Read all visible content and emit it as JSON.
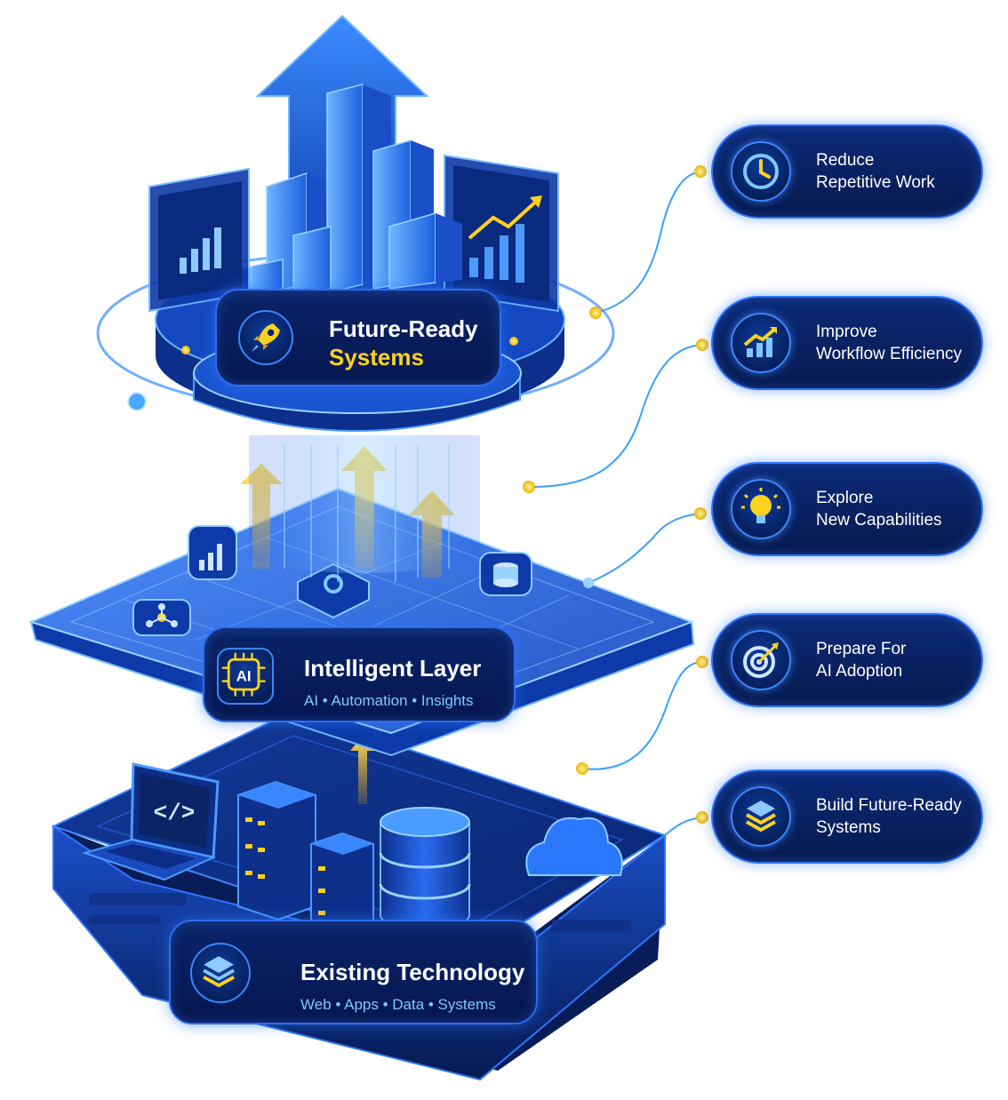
{
  "colors": {
    "accent_blue": "#2f74ff",
    "deep_navy": "#071a4e",
    "highlight_yellow": "#ffd21f",
    "subtitle_cyan": "#7fc8ff"
  },
  "layers": {
    "top": {
      "icon": "rocket-icon",
      "title_line1": "Future-Ready",
      "title_line2": "Systems"
    },
    "middle": {
      "icon": "ai-chip-icon",
      "title": "Intelligent Layer",
      "subtitle": "AI • Automation • Insights"
    },
    "bottom": {
      "icon": "layers-icon",
      "title": "Existing Technology",
      "subtitle": "Web • Apps • Data • Systems"
    }
  },
  "benefits": [
    {
      "icon": "clock-icon",
      "line1": "Reduce",
      "line2": "Repetitive Work"
    },
    {
      "icon": "growth-chart-icon",
      "line1": "Improve",
      "line2": "Workflow Efficiency"
    },
    {
      "icon": "lightbulb-icon",
      "line1": "Explore",
      "line2": "New Capabilities"
    },
    {
      "icon": "target-icon",
      "line1": "Prepare For",
      "line2": "AI Adoption"
    },
    {
      "icon": "layers-icon",
      "line1": "Build Future-Ready",
      "line2": "Systems"
    }
  ],
  "platform_icons": {
    "code_glyph": "</>",
    "chip_glyph": "AI"
  }
}
